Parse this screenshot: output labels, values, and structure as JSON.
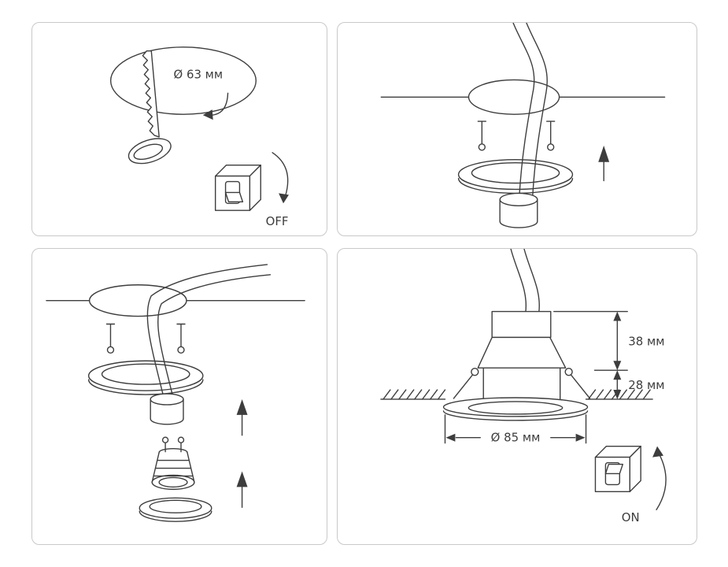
{
  "colors": {
    "line": "#3d3d3d",
    "panel_border": "#c9c9c9",
    "background": "#ffffff"
  },
  "steps": {
    "step1": {
      "hole_diameter": "Ø 63 мм",
      "switch_state": "OFF"
    },
    "step4": {
      "height_above_ceiling": "38 мм",
      "height_recessed": "28 мм",
      "trim_diameter": "Ø 85 мм",
      "switch_state": "ON"
    }
  }
}
